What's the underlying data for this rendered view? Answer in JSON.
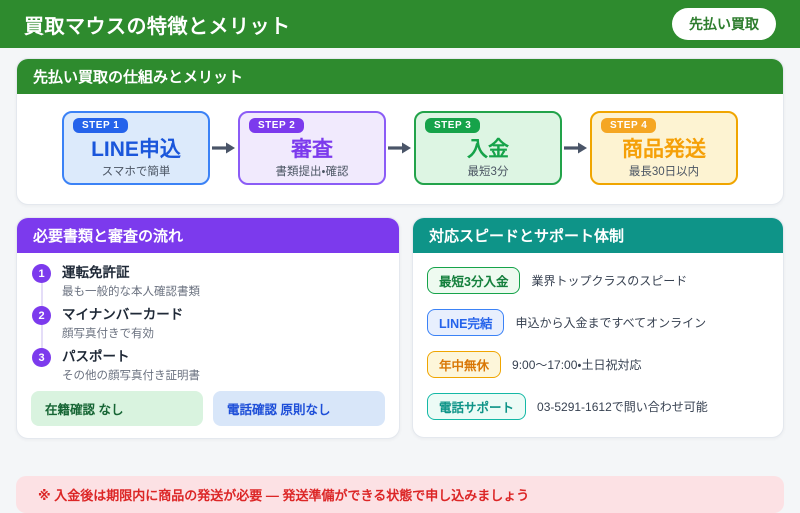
{
  "header": {
    "title": "買取マウスの特徴とメリット",
    "badge": "先払い買取"
  },
  "flow": {
    "title": "先払い買取の仕組みとメリット",
    "steps": [
      {
        "badge": "STEP 1",
        "title": "LINE申込",
        "subtitle": "スマホで簡単"
      },
      {
        "badge": "STEP 2",
        "title": "審査",
        "subtitle": "書類提出・確認"
      },
      {
        "badge": "STEP 3",
        "title": "入金",
        "subtitle": "最短3分"
      },
      {
        "badge": "STEP 4",
        "title": "商品発送",
        "subtitle": "最長30日以内"
      }
    ]
  },
  "documents": {
    "title": "必要書類と審査の流れ",
    "items": [
      {
        "num": "1",
        "title": "運転免許証",
        "desc": "最も一般的な本人確認書類"
      },
      {
        "num": "2",
        "title": "マイナンバーカード",
        "desc": "顔写真付きで有効"
      },
      {
        "num": "3",
        "title": "パスポート",
        "desc": "その他の顔写真付き証明書"
      }
    ],
    "chips": [
      {
        "label": "在籍確認 なし"
      },
      {
        "label": "電話確認 原則なし"
      }
    ]
  },
  "support": {
    "title": "対応スピードとサポート体制",
    "items": [
      {
        "badge": "最短3分入金",
        "desc": "業界トップクラスのスピード"
      },
      {
        "badge": "LINE完結",
        "desc": "申込から入金まですべてオンライン"
      },
      {
        "badge": "年中無休",
        "desc": "9:00〜17:00・土日祝対応"
      },
      {
        "badge": "電話サポート",
        "desc": "03-5291-1612で問い合わせ可能"
      }
    ]
  },
  "note": {
    "text": "※ 入金後は期限内に商品の発送が必要 ― 発送準備ができる状態で申し込みましょう"
  },
  "colors": {
    "brand_green": "#2e8b2e",
    "purple": "#7c3aed",
    "teal": "#0e9488",
    "step_blue": "#2563eb",
    "step_purple": "#7c3aed",
    "step_green": "#16a34a",
    "step_orange": "#f5a623",
    "note_red": "#dc2626",
    "note_bg": "#fce1e4",
    "page_bg": "#f4f6f8"
  }
}
